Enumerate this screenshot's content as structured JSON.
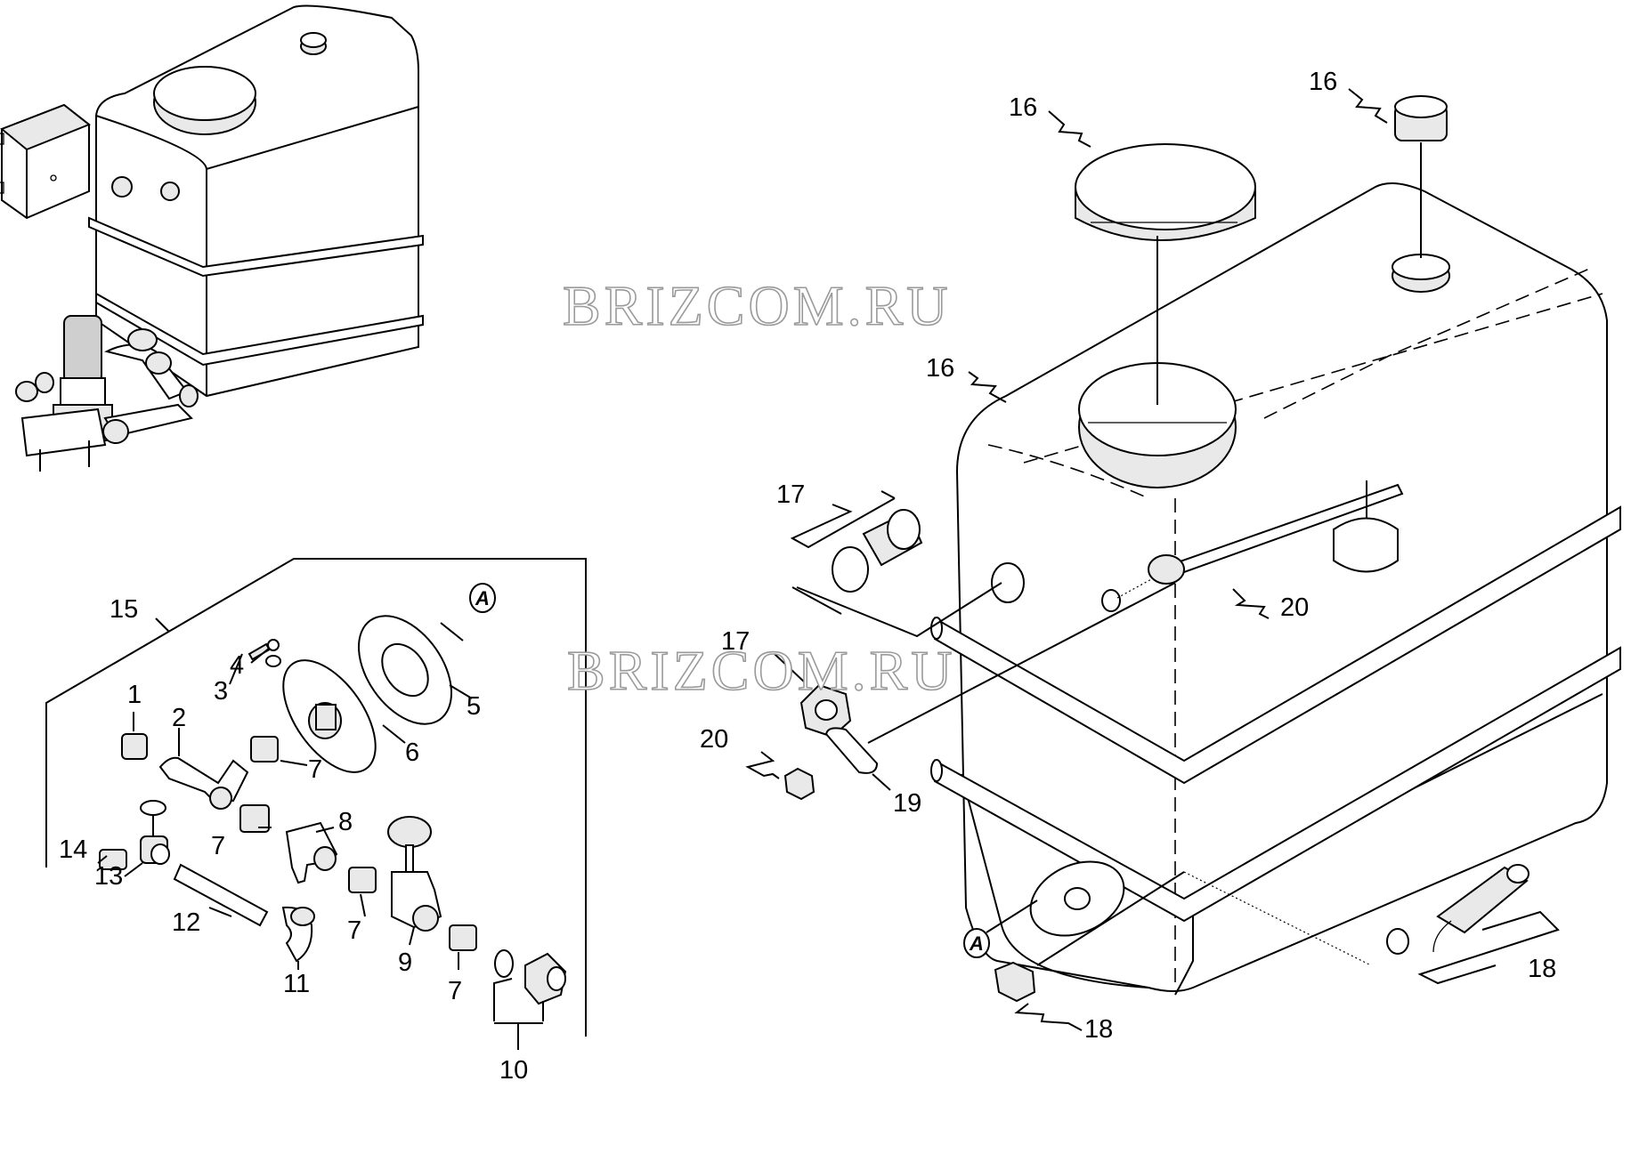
{
  "watermark": "BRIZCOM.RU",
  "marker": "A",
  "labels": {
    "p1": "1",
    "p2": "2",
    "p3": "3",
    "p4": "4",
    "p5": "5",
    "p6": "6",
    "p7": "7",
    "p8": "8",
    "p9": "9",
    "p10": "10",
    "p11": "11",
    "p12": "12",
    "p13": "13",
    "p14": "14",
    "p15": "15",
    "p16": "16",
    "p17": "17",
    "p18": "18",
    "p19": "19",
    "p20": "20"
  },
  "colors": {
    "line": "#000000",
    "background": "#ffffff",
    "shade": "#e9e9e9",
    "watermark_outline": "#9a9a9a"
  }
}
